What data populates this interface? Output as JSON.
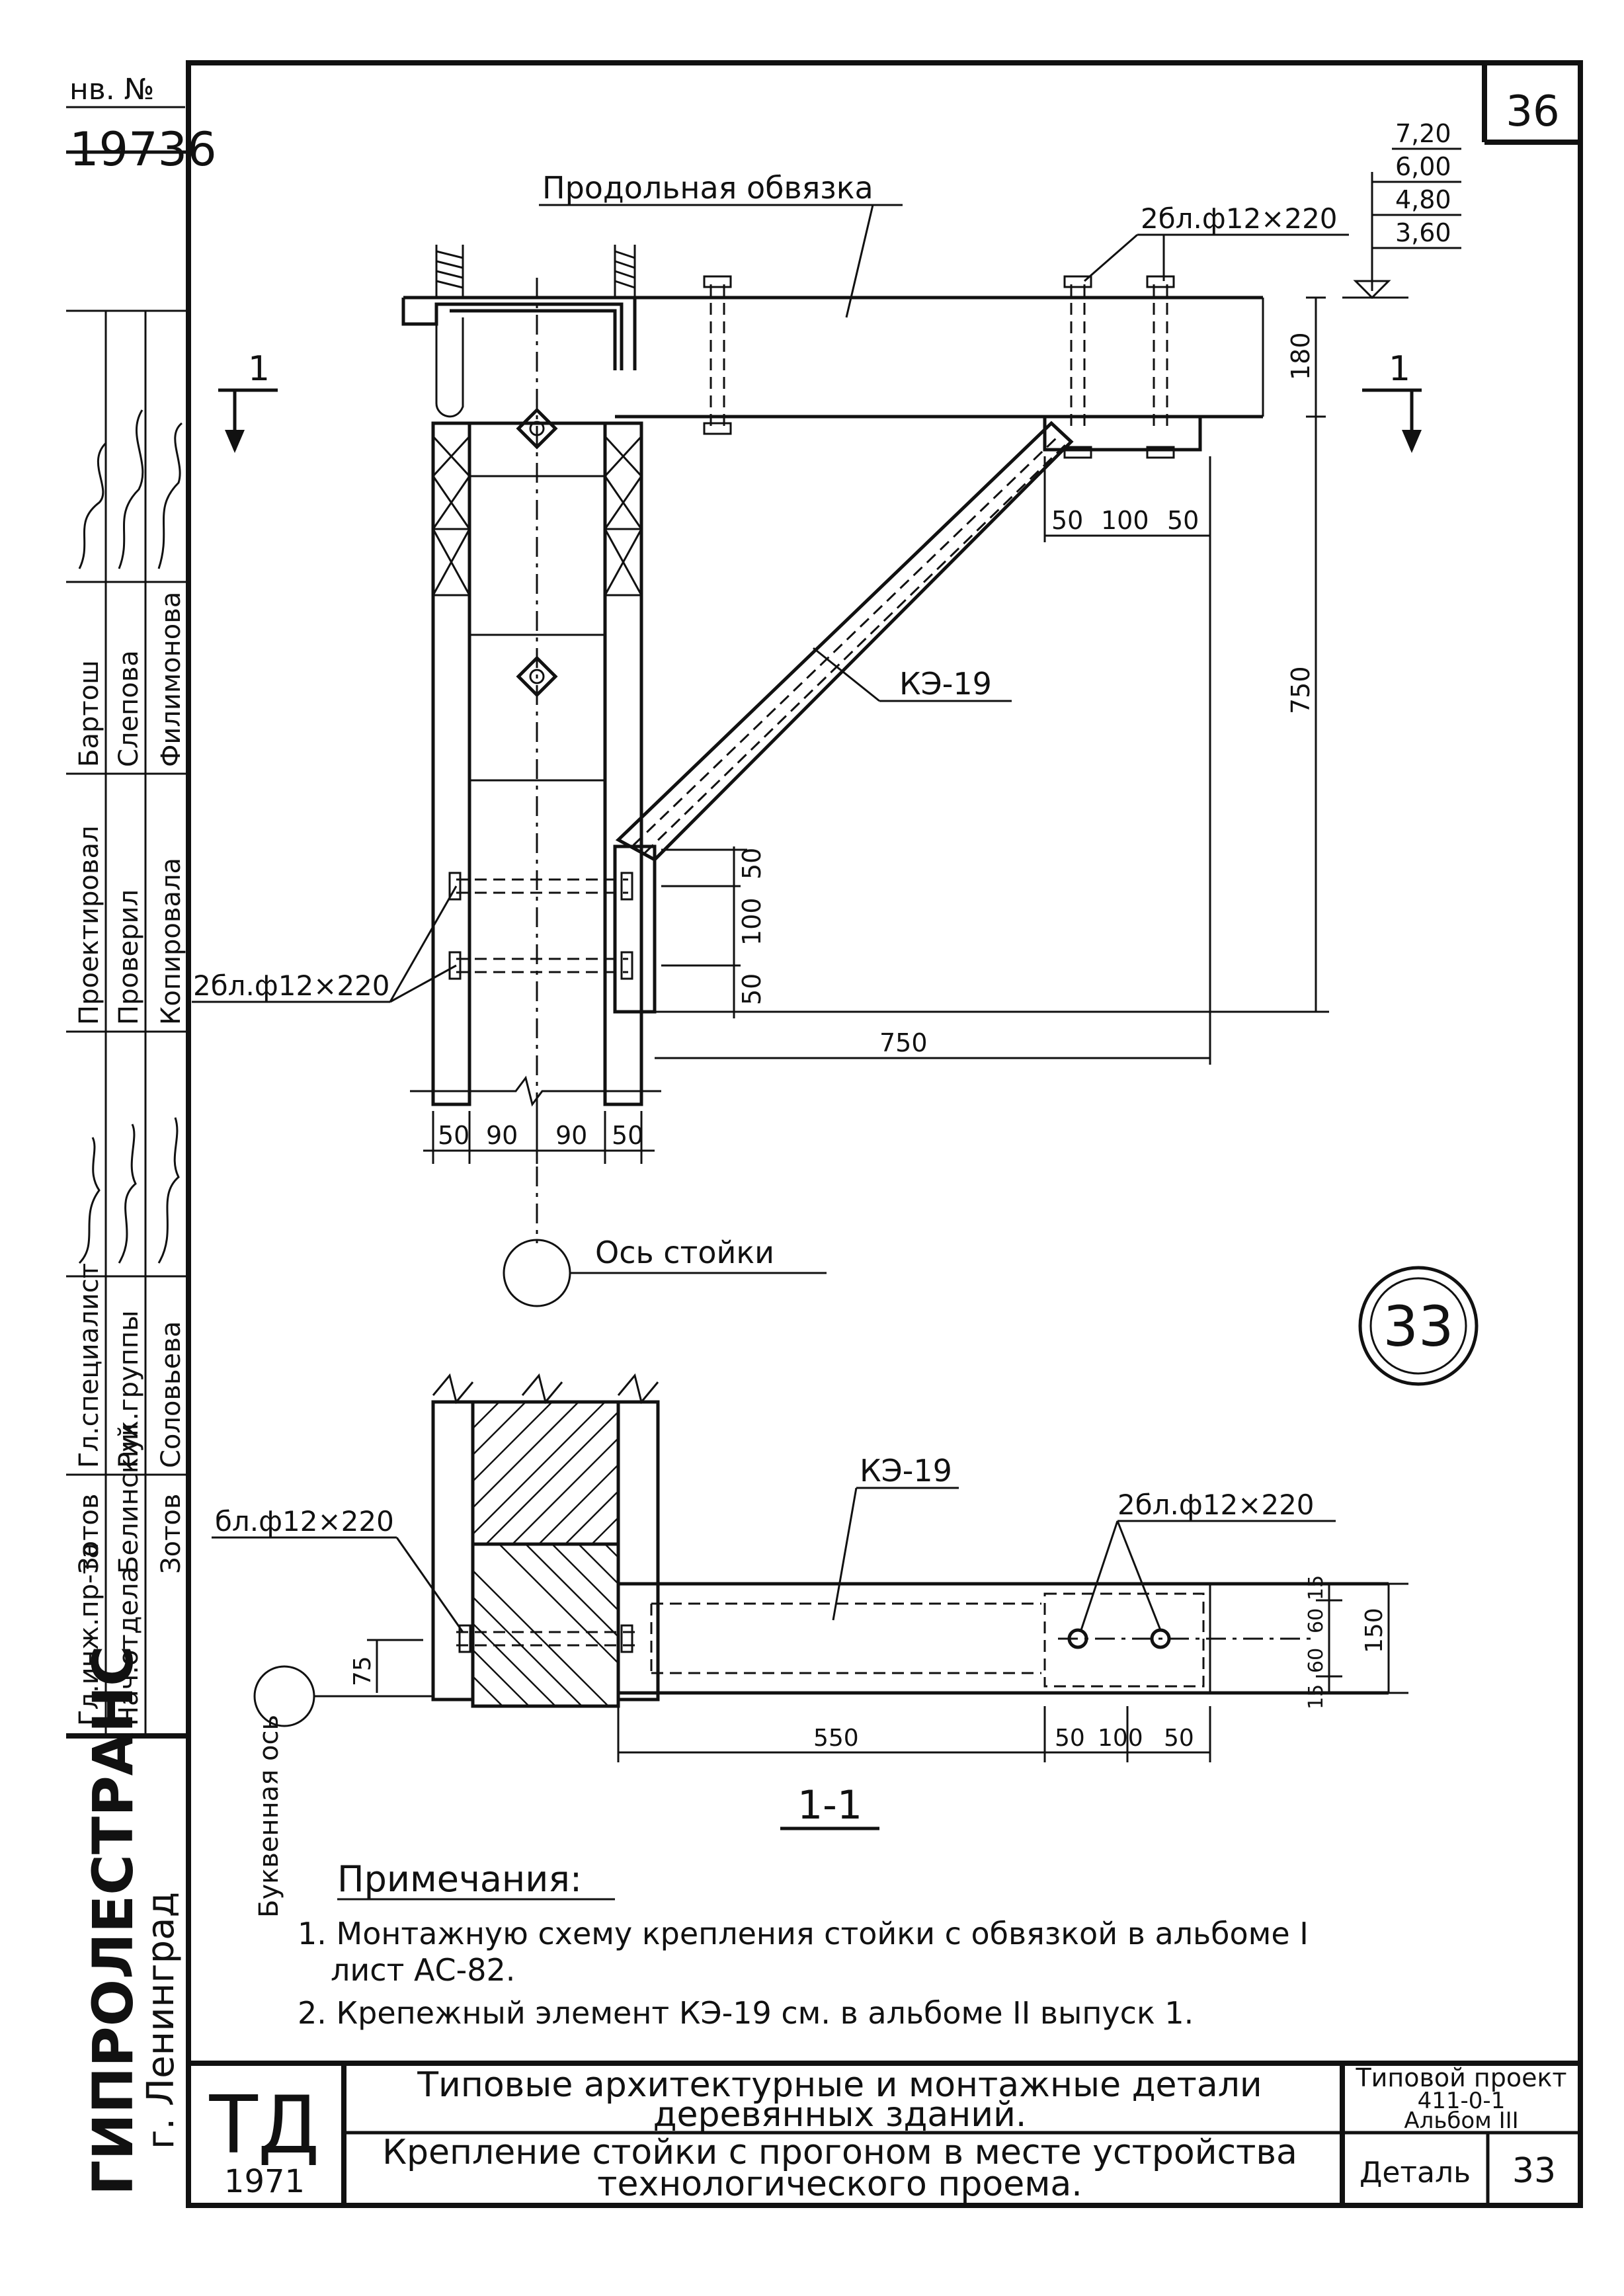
{
  "inventory": {
    "label": "нв. №",
    "number": "19736"
  },
  "sheet_number": "36",
  "elevations": [
    "7,20",
    "6,00",
    "4,80",
    "3,60"
  ],
  "main_view": {
    "longitudinal_label": "Продольная обвязка",
    "bolts_top": "2бл.ф12×220",
    "bolts_left": "2бл.ф12×220",
    "brace_label": "КЭ-19",
    "axis_label": "Ось стойки",
    "section_mark": "1",
    "dims": {
      "d180": "180",
      "d750v": "750",
      "d750h": "750",
      "d50a": "50",
      "d100a": "100",
      "d50b": "50",
      "v50a": "50",
      "v100": "100",
      "v50b": "50",
      "b50a": "50",
      "b90a": "90",
      "b90b": "90",
      "b50b": "50"
    }
  },
  "detail_circle": "33",
  "section_view": {
    "brace_label": "КЭ-19",
    "bolt_left": "бл.ф12×220",
    "bolts_right": "2бл.ф12×220",
    "axis_label": "Буквенная ось",
    "title": "1-1",
    "dims": {
      "d75": "75",
      "d550": "550",
      "d50a": "50",
      "d100": "100",
      "d50b": "50",
      "d15a": "15",
      "d60a": "60",
      "d60b": "60",
      "d15b": "15",
      "d150": "150"
    }
  },
  "notes": {
    "heading": "Примечания:",
    "items": [
      "1. Монтажную схему крепления стойки с обвязкой в альбоме I",
      "лист АС-82.",
      "2. Крепежный элемент КЭ-19 см. в альбоме II выпуск 1."
    ]
  },
  "side_stamp": {
    "roles": [
      "Гл.инж.пр-та",
      "Нач.отдела",
      "Гл.специалист",
      "Рук.группы",
      "Проектировал",
      "Проверил",
      "Копировала"
    ],
    "names": [
      "Зотов",
      "Белинский",
      "Зотов",
      "Соловьева",
      "Бартош",
      "Слепова",
      "Филимонова"
    ],
    "org": "ГИПРОЛЕСТРАНС",
    "city": "г. Ленинград"
  },
  "title_block": {
    "logo": "ТД",
    "year": "1971",
    "line1a": "Типовые архитектурные и монтажные детали",
    "line1b": "деревянных зданий.",
    "line2a": "Крепление стойки с прогоном в месте устройства",
    "line2b": "технологического проема.",
    "project_label": "Типовой проект",
    "project_code": "411-0-1",
    "album": "Альбом III",
    "detail_label": "Деталь",
    "detail_number": "33"
  }
}
